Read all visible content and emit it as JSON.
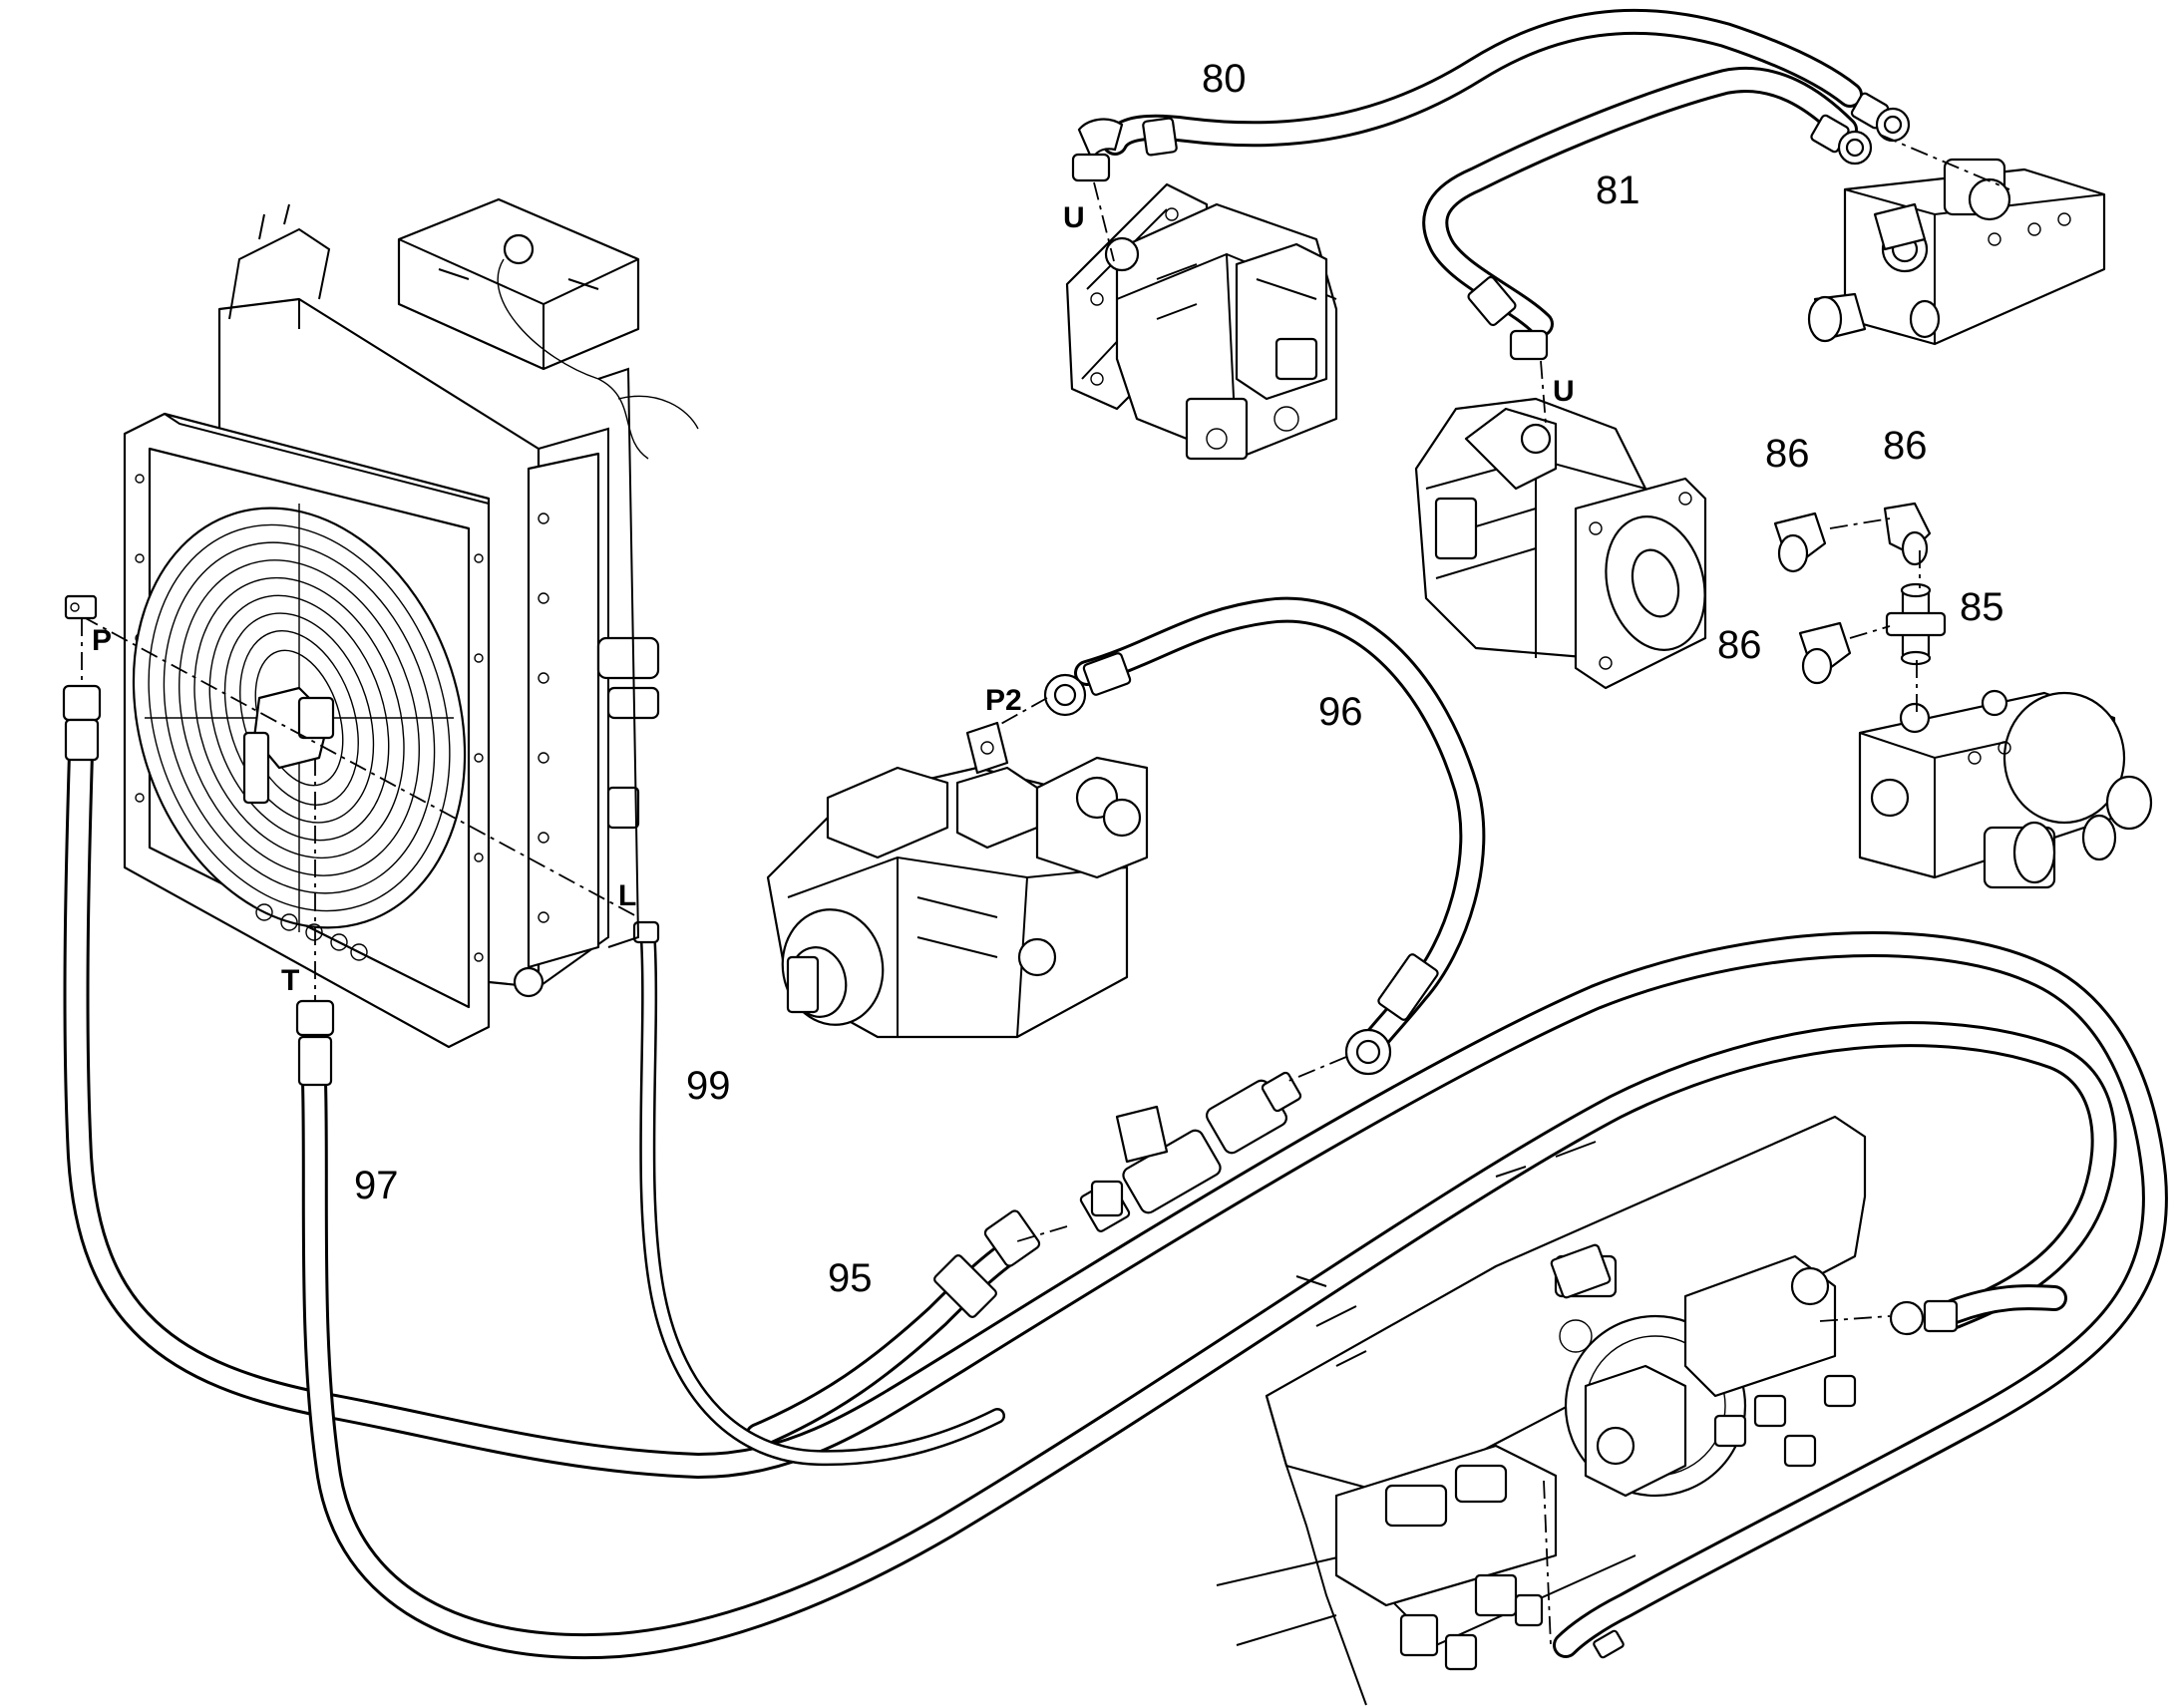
{
  "labels": {
    "part_80": "80",
    "part_81": "81",
    "part_85": "85",
    "part_86_a": "86",
    "part_86_b": "86",
    "part_86_c": "86",
    "part_95": "95",
    "part_96": "96",
    "part_97": "97",
    "part_99": "99",
    "port_u_1": "U",
    "port_u_2": "U",
    "port_p": "P",
    "port_p2": "P2",
    "port_l": "L",
    "port_t": "T"
  },
  "components": [
    {
      "name": "oil-cooler-fan-assembly",
      "icon": "radiator-fan-icon"
    },
    {
      "name": "hydraulic-motor-upper-left",
      "icon": "hydraulic-motor-icon"
    },
    {
      "name": "hydraulic-motor-right",
      "icon": "hydraulic-motor-icon"
    },
    {
      "name": "tandem-pump",
      "icon": "hydraulic-pump-icon"
    },
    {
      "name": "valve-block-upper-right",
      "icon": "valve-block-icon"
    },
    {
      "name": "valve-block-right",
      "icon": "valve-block-icon"
    },
    {
      "name": "gearbox-frame-assembly",
      "icon": "gearbox-icon"
    },
    {
      "name": "inline-filter",
      "icon": "filter-icon"
    }
  ]
}
